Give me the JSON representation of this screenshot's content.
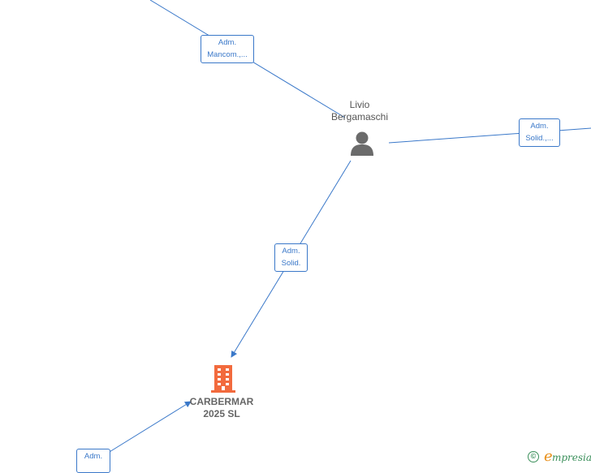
{
  "nodes": {
    "person": {
      "name_line1": "Livio",
      "name_line2": "Bergamaschi",
      "icon": "person-icon"
    },
    "company": {
      "name_line1": "CARBERMAR",
      "name_line2": "2025  SL",
      "icon": "building-icon"
    }
  },
  "edges": [
    {
      "label_line1": "Adm.",
      "label_line2": "Mancom.,..."
    },
    {
      "label_line1": "Adm.",
      "label_line2": "Solid.,..."
    },
    {
      "label_line1": "Adm.",
      "label_line2": "Solid."
    },
    {
      "label_line1": "Adm.",
      "label_line2": ""
    }
  ],
  "colors": {
    "edge": "#3a78c9",
    "company": "#f26a3d",
    "person": "#6b6b6b"
  },
  "brand": {
    "copyright_symbol": "©",
    "initial": "e",
    "name_rest": "mpresia"
  }
}
